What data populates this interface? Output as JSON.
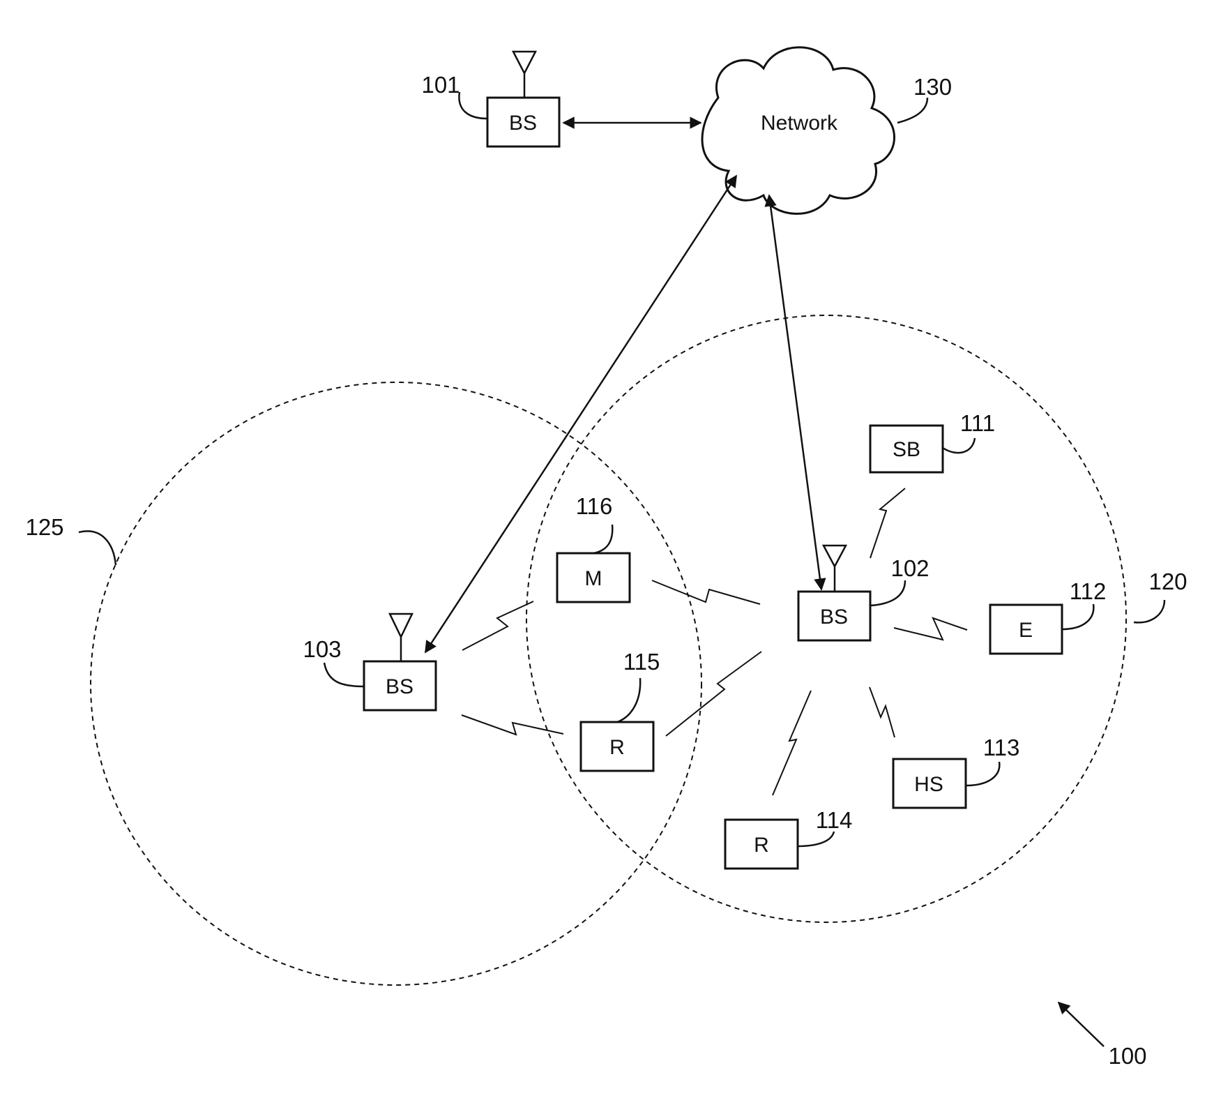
{
  "figure": {
    "system_ref": "100",
    "network": {
      "label": "Network",
      "ref": "130"
    },
    "coverage_areas": [
      {
        "id": "area-120",
        "ref": "120"
      },
      {
        "id": "area-125",
        "ref": "125"
      }
    ],
    "base_stations": [
      {
        "id": "bs-101",
        "label": "BS",
        "ref": "101"
      },
      {
        "id": "bs-102",
        "label": "BS",
        "ref": "102"
      },
      {
        "id": "bs-103",
        "label": "BS",
        "ref": "103"
      }
    ],
    "devices": [
      {
        "id": "sb-111",
        "label": "SB",
        "ref": "111"
      },
      {
        "id": "e-112",
        "label": "E",
        "ref": "112"
      },
      {
        "id": "hs-113",
        "label": "HS",
        "ref": "113"
      },
      {
        "id": "r-114",
        "label": "R",
        "ref": "114"
      },
      {
        "id": "r-115",
        "label": "R",
        "ref": "115"
      },
      {
        "id": "m-116",
        "label": "M",
        "ref": "116"
      }
    ]
  }
}
